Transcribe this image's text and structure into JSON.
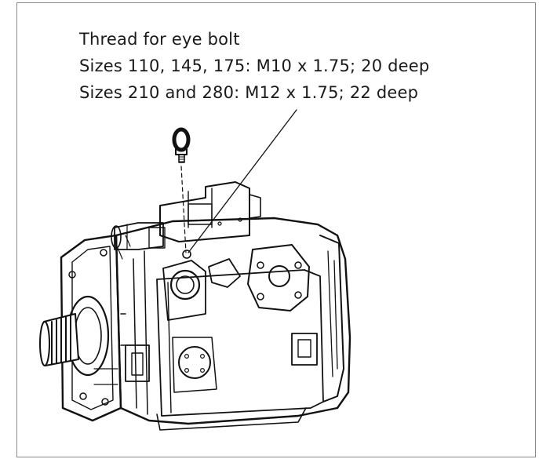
{
  "callout": {
    "line1": "Thread for eye bolt",
    "line2": "Sizes 110, 145, 175: M10 x 1.75; 20 deep",
    "line3": "Sizes 210 and 280: M12 x 1.75; 22 deep"
  },
  "colors": {
    "frame": "#8a8a8a",
    "ink": "#111111",
    "text": "#1a1a1a"
  }
}
